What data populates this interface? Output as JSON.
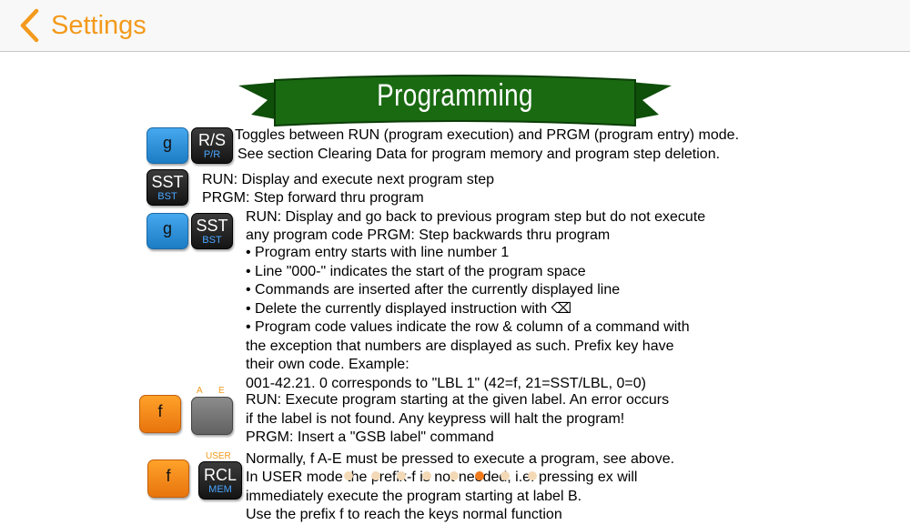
{
  "nav": {
    "back_label": "Settings",
    "accent": "#f39a1c"
  },
  "banner": {
    "title": "Programming",
    "color": "#1a6a12"
  },
  "keys": {
    "g1": "g",
    "rs_main": "R/S",
    "rs_sub": "P/R",
    "sst_main": "SST",
    "sst_sub": "BST",
    "g2": "g",
    "sst2_main": "SST",
    "sst2_sub": "BST",
    "f1": "f",
    "ae_top_a": "A",
    "ae_top_e": "E",
    "f2": "f",
    "rcl_main": "RCL",
    "rcl_sub": "MEM",
    "rcl_top": "USER"
  },
  "lines": [
    "Toggles between RUN (program execution) and PRGM (program entry) mode.",
    "See section Clearing Data for program memory and program step deletion.",
    "RUN: Display and execute next program step",
    "PRGM: Step forward thru program",
    "RUN: Display and go back to previous program step but do not execute",
    "any program code  PRGM: Step backwards thru program",
    "• Program entry starts with line number 1",
    "• Line \"000-\" indicates the start of the program space",
    "• Commands are inserted after the currently displayed line",
    "• Delete the currently displayed instruction with ⌫",
    "• Program code values indicate the row & column of a command with",
    "the exception that numbers are displayed as such. Prefix key have",
    "their own code. Example:",
    "001-42.21. 0 corresponds to \"LBL 1\" (42=f, 21=SST/LBL, 0=0)",
    "RUN: Execute program starting at the given label. An error occurs",
    "if the label is not found. Any keypress will halt the program!",
    "PRGM: Insert a \"GSB label\" command",
    "Normally, f A-E must be pressed to execute a program, see above.",
    "In USER mode the prefix-f is not needed, i.e. pressing ex will",
    "immediately execute the program starting at label B.",
    "Use the prefix f to reach the keys normal function"
  ]
}
